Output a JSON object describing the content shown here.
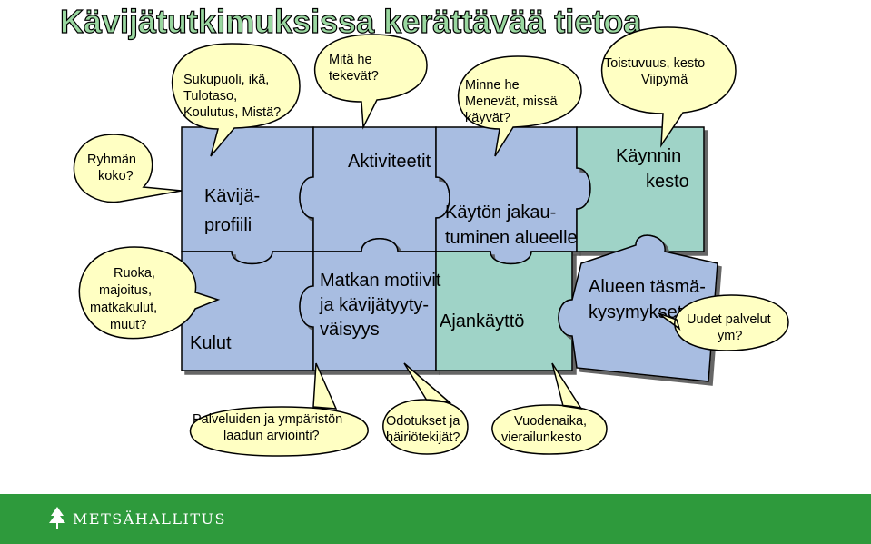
{
  "title": "Kävijätutkimuksissa kerättävää tietoa",
  "colors": {
    "title_fill": "#9ad7a0",
    "title_stroke": "#000000",
    "piece_blue": "#a8bde1",
    "piece_teal": "#9fd3c7",
    "piece_stroke": "#000000",
    "bubble_fill": "#ffffc3",
    "footer": "#2e9a3c"
  },
  "puzzle": {
    "kavijaprofiili": [
      "Kävijä-",
      "profiili"
    ],
    "aktiviteetit": "Aktiviteetit",
    "kaynnin_kesto": [
      "Käynnin",
      "kesto"
    ],
    "kayton_jakautuminen": [
      "Käytön jakau-",
      "tuminen alueelle"
    ],
    "kulut": "Kulut",
    "matkan_motiivit": [
      "Matkan motiivit",
      "ja kävijätyyty-",
      "väisyys"
    ],
    "ajankaytto": "Ajankäyttö",
    "alueen_tasmakysymykset": [
      "Alueen täsmä-",
      "kysymykset"
    ]
  },
  "bubbles": {
    "sukupuoli": [
      "Sukupuoli, ikä,",
      "Tulotaso,",
      "Koulutus, Mistä?"
    ],
    "mita_he_tekevat": [
      "Mitä he",
      "tekevät?"
    ],
    "minne_he_menevat": [
      "Minne he",
      "Menevät, missä",
      "käyvät?"
    ],
    "toistuvuus": [
      "Toistuvuus, kesto",
      "Viipymä"
    ],
    "ryhman_koko": [
      "Ryhmän",
      "koko?"
    ],
    "ruoka": [
      "Ruoka,",
      "majoitus,",
      "matkakulut,",
      "muut?"
    ],
    "uudet_palvelut": [
      "Uudet palvelut",
      "ym?"
    ],
    "palveluiden": [
      "Palveluiden ja ympäristön",
      "laadun arviointi?"
    ],
    "odotukset": [
      "Odotukset ja",
      "häiriötekijät?"
    ],
    "vuodenaika": [
      "Vuodenaika,",
      "vierailunkesto"
    ]
  },
  "footer": {
    "brand": "METSÄHALLITUS",
    "logo_icon": "tree-logo-icon"
  }
}
